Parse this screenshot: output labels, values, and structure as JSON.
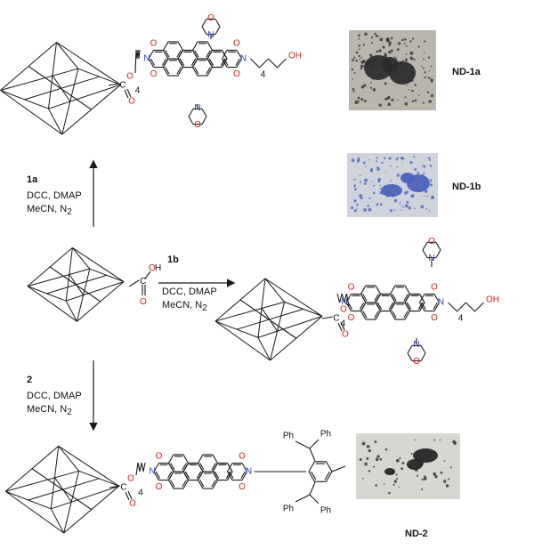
{
  "reagents": {
    "r1a": {
      "compound": "1a",
      "line1": "DCC, DMAP",
      "line2": "MeCN, N",
      "sub": "2"
    },
    "r1b": {
      "compound": "1b",
      "line1": "DCC, DMAP",
      "line2": "MeCN, N",
      "sub": "2"
    },
    "r2": {
      "compound": "2",
      "line1": "DCC, DMAP",
      "line2": "MeCN, N",
      "sub": "2"
    }
  },
  "products": {
    "nd1a": "ND-1a",
    "nd1b": "ND-1b",
    "nd2": "ND-2"
  },
  "atoms": {
    "O": "O",
    "N": "N",
    "C": "C",
    "OH": "OH",
    "H": "H",
    "Ph": "Ph",
    "chain_n": "4"
  },
  "photos": {
    "nd1a_color": "#2a2a2a",
    "nd1b_color": "#4a5fb8",
    "nd2_color": "#222222"
  },
  "colors": {
    "carbonyl_o": "#d0241b",
    "imide_n": "#2a3fb0",
    "bond": "#1a1a1a"
  }
}
